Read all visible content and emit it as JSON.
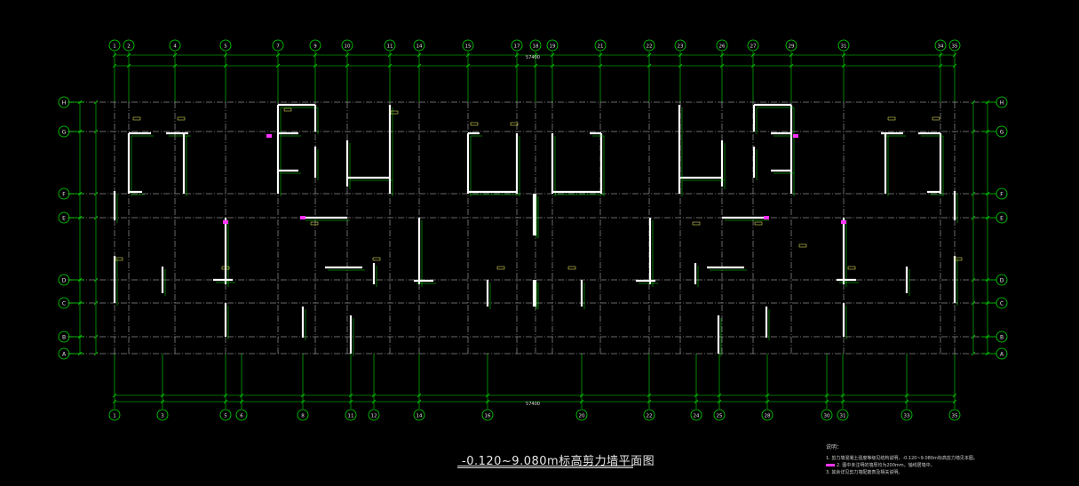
{
  "drawing": {
    "title": "-0.120~9.080m标高剪力墙平面图",
    "colors": {
      "background": "#000000",
      "axis": "#00e000",
      "grid": "#d0d0d0",
      "wall": "#ffffff",
      "label": "#ffff66",
      "highlight": "#ff33ff"
    },
    "top_axes": [
      "1",
      "2",
      "4",
      "5",
      "7",
      "9",
      "10",
      "11",
      "14",
      "15",
      "17",
      "18",
      "19",
      "21",
      "22",
      "23",
      "26",
      "27",
      "29",
      "31",
      "34",
      "35"
    ],
    "bottom_axes": [
      "1",
      "3",
      "5",
      "6",
      "8",
      "11",
      "12",
      "14",
      "16",
      "20",
      "22",
      "24",
      "25",
      "28",
      "30",
      "31",
      "33",
      "35"
    ],
    "left_axes": [
      "H",
      "G",
      "F",
      "E",
      "D",
      "C",
      "B",
      "A"
    ],
    "right_axes": [
      "H",
      "G",
      "F",
      "E",
      "D",
      "C",
      "B",
      "A"
    ],
    "top_total_dim": "57400",
    "bottom_total_dim": "57400"
  },
  "notes": {
    "header": "说明：",
    "lines": [
      "1. 剪力墙混凝土强度等级见结构说明，-0.120~9.080m标高剪力墙见本图。",
      "2. 图中未注明的墙厚均为200mm，轴线居墙中。",
      "3. 其余详见剪力墙配筋表及相关说明。"
    ]
  }
}
